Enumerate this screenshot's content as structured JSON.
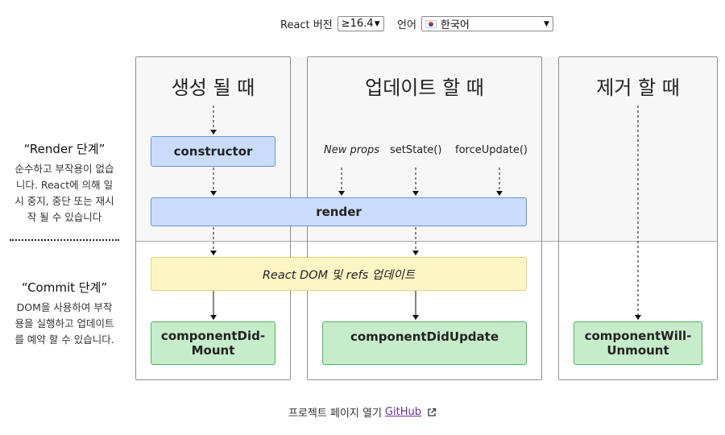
{
  "header": {
    "version_label": "React 버전",
    "version_value": "≥16.4",
    "language_label": "언어",
    "language_value": "한국어",
    "flag_icon": "south-korea-flag-icon"
  },
  "columns": {
    "mounting": {
      "title": "생성 될 때"
    },
    "updating": {
      "title": "업데이트 할 때"
    },
    "unmounting": {
      "title": "제거 할 때"
    }
  },
  "triggers": {
    "new_props": "New props",
    "set_state": "setState()",
    "force_update": "forceUpdate()"
  },
  "methods": {
    "constructor": "constructor",
    "render": "render",
    "react_dom_update": "React DOM 및 refs 업데이트",
    "component_did_mount": "componentDid-\nMount",
    "component_did_update": "componentDidUpdate",
    "component_will_unmount": "componentWill-\nUnmount"
  },
  "phases": {
    "render": {
      "title": "“Render 단계”",
      "description": "순수하고 부작용이 없습\n니다. React에 의해 일\n시 중지, 중단 또는 재시\n작 될 수 있습니다"
    },
    "commit": {
      "title": "“Commit 단계”",
      "description": "DOM을 사용하여 부작\n용을 실행하고 업데이트\n를 예약 할 수 있습니다."
    }
  },
  "footer": {
    "text": "프로젝트 페이지 열기",
    "link": "GitHub",
    "link_icon": "external-link-icon"
  },
  "colors": {
    "render_method_fill": "#c9dcfb",
    "render_method_border": "#6a95db",
    "dom_update_fill": "#fdf5c4",
    "commit_method_fill": "#c6ecc9",
    "commit_method_border": "#53b45d",
    "render_phase_background": "#f7f7f7"
  }
}
